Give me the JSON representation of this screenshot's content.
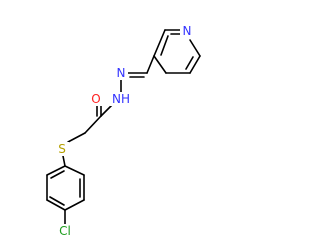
{
  "molecule": {
    "atoms": {
      "pyridine_n": {
        "label": "N",
        "color": "#3333ff"
      },
      "hydrazone_n1": {
        "label": "N",
        "color": "#3333ff"
      },
      "hydrazone_nh": {
        "label": "NH",
        "color": "#3333ff"
      },
      "carbonyl_o": {
        "label": "O",
        "color": "#ff2222"
      },
      "thioether_s": {
        "label": "S",
        "color": "#b5a000"
      },
      "chlorine": {
        "label": "Cl",
        "color": "#1e9e1e"
      }
    }
  }
}
